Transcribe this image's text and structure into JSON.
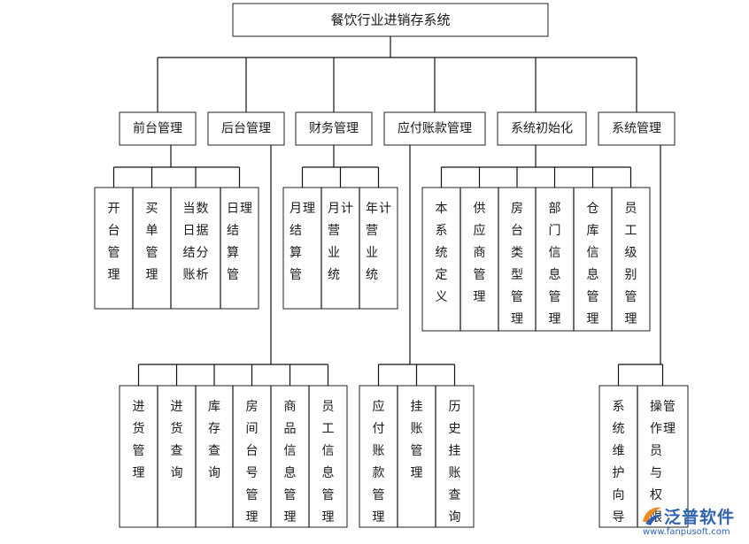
{
  "title": "餐饮行业进销存系统",
  "modules": [
    {
      "id": "front",
      "label": "前台管理",
      "children": [
        "开台管理",
        "买单管理",
        "当日结账数据分析",
        "日结算管理"
      ]
    },
    {
      "id": "back",
      "label": "后台管理",
      "children": [
        "进货管理",
        "进货查询",
        "库存查询",
        "房间台号管理",
        "商品信息管理",
        "员工信息管理"
      ]
    },
    {
      "id": "finance",
      "label": "财务管理",
      "children": [
        "月结算管理",
        "月营业统计",
        "年营业统计"
      ]
    },
    {
      "id": "payable",
      "label": "应付账款管理",
      "children": [
        "应付账款管理",
        "挂账管理",
        "历史挂账查询"
      ]
    },
    {
      "id": "init",
      "label": "系统初始化",
      "children": [
        "本系统定义",
        "供应商管理",
        "房台类型管理",
        "部门信息管理",
        "仓库信息管理",
        "员工级别管理"
      ]
    },
    {
      "id": "sys",
      "label": "系统管理",
      "children": [
        "系统维护向导",
        "操作员与权限管理"
      ]
    }
  ],
  "watermark": {
    "name": "泛普软件",
    "url": "www.fanpusoft.com"
  }
}
